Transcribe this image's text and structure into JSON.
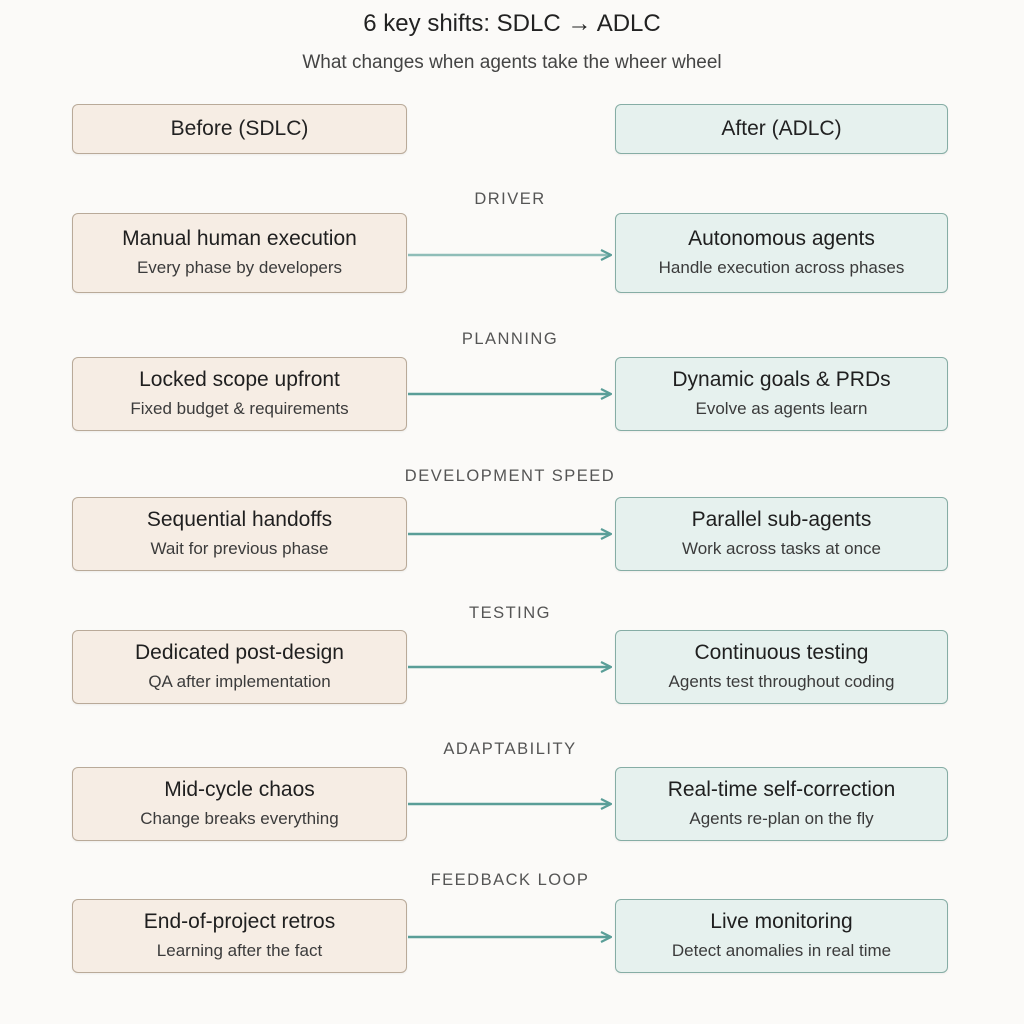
{
  "title": "6 key shifts: SDLC → ADLC",
  "subtitle": "What changes when agents take the wheer wheel",
  "columns": {
    "before": "Before (SDLC)",
    "after": "After (ADLC)"
  },
  "colors": {
    "before_fill": "#f6ede4",
    "after_fill": "#e6f1ee",
    "arrow": "#5a9e98"
  },
  "rows": [
    {
      "category": "DRIVER",
      "before": {
        "title": "Manual human execution",
        "desc": "Every phase by developers"
      },
      "after": {
        "title": "Autonomous agents",
        "desc": "Handle execution across phases"
      }
    },
    {
      "category": "PLANNING",
      "before": {
        "title": "Locked scope upfront",
        "desc": "Fixed budget & requirements"
      },
      "after": {
        "title": "Dynamic goals & PRDs",
        "desc": "Evolve as agents learn"
      }
    },
    {
      "category": "DEVELOPMENT SPEED",
      "before": {
        "title": "Sequential handoffs",
        "desc": "Wait for previous phase"
      },
      "after": {
        "title": "Parallel sub-agents",
        "desc": "Work across tasks at once"
      }
    },
    {
      "category": "TESTING",
      "before": {
        "title": "Dedicated post-design",
        "desc": "QA after implementation"
      },
      "after": {
        "title": "Continuous testing",
        "desc": "Agents test throughout coding"
      }
    },
    {
      "category": "ADAPTABILITY",
      "before": {
        "title": "Mid-cycle chaos",
        "desc": "Change breaks everything"
      },
      "after": {
        "title": "Real-time self-correction",
        "desc": "Agents re-plan on the fly"
      }
    },
    {
      "category": "FEEDBACK LOOP",
      "before": {
        "title": "End-of-project retros",
        "desc": "Learning after the fact"
      },
      "after": {
        "title": "Live monitoring",
        "desc": "Detect anomalies in real time"
      }
    }
  ]
}
